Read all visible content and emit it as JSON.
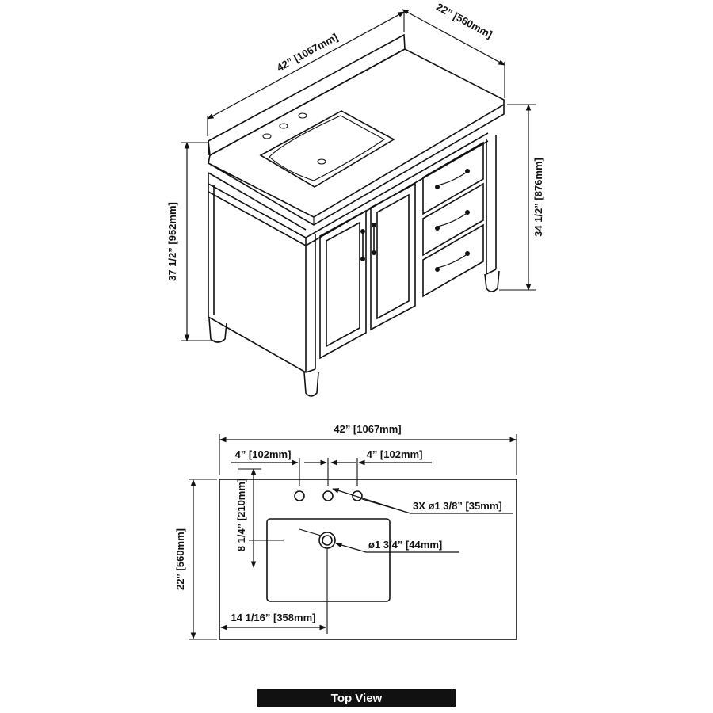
{
  "perspective": {
    "width_label": "42” [1067mm]",
    "depth_label": "22” [560mm]",
    "height_total_label": "37 1/2” [952mm]",
    "height_body_label": "34 1/2” [876mm]"
  },
  "top_view": {
    "width_label": "42” [1067mm]",
    "hole_spacing_left_label": "4” [102mm]",
    "hole_spacing_right_label": "4” [102mm]",
    "faucet_holes_label": "3X ø1 3/8” [35mm]",
    "sink_depth_label": "8 1/4” [210mm]",
    "drain_label": "ø1 3/4” [44mm]",
    "depth_label": "22” [560mm]",
    "drain_offset_label": "14 1/16” [358mm]",
    "title": "Top View"
  }
}
